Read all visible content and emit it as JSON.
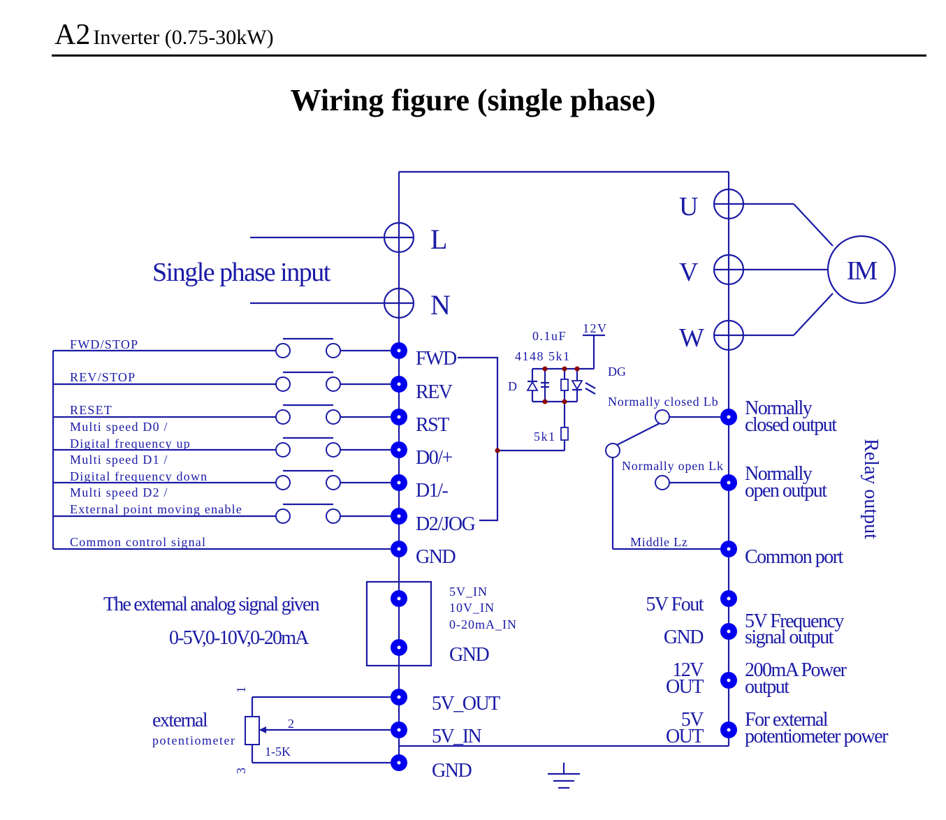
{
  "header": {
    "model": "A2",
    "subtitle": "Inverter (0.75-30kW)"
  },
  "title": "Wiring figure (single phase)",
  "power_input": {
    "label": "Single phase input",
    "L": "L",
    "N": "N"
  },
  "motor": {
    "U": "U",
    "V": "V",
    "W": "W",
    "label": "IM"
  },
  "control_inputs": [
    {
      "terminal": "FWD",
      "line1": "FWD/STOP",
      "line2": ""
    },
    {
      "terminal": "REV",
      "line1": "REV/STOP",
      "line2": ""
    },
    {
      "terminal": "RST",
      "line1": "RESET",
      "line2": ""
    },
    {
      "terminal": "D0/+",
      "line1": "Multi speed D0 /",
      "line2": " Digital frequency  up"
    },
    {
      "terminal": "D1/-",
      "line1": "Multi speed D1 /",
      "line2": " Digital frequency  down"
    },
    {
      "terminal": "D2/JOG",
      "line1": "Multi speed D2 /",
      "line2": "External point moving enable"
    },
    {
      "terminal": "GND",
      "line1": "Common control signal",
      "line2": ""
    }
  ],
  "optocoupler": {
    "cap": "0.1uF",
    "v12": "12V",
    "parts": "4148 5k1",
    "diode": "D",
    "dg": "DG",
    "res": "5k1"
  },
  "analog": {
    "line1": "The external analog signal given",
    "line2": "0-5V,0-10V,0-20mA",
    "in_labels": [
      "5V_IN",
      "10V_IN",
      "0-20mA_IN"
    ],
    "gnd": "GND"
  },
  "pot": {
    "label1": "external",
    "label2": "potentiometer",
    "pin1": "1",
    "pin2": "2",
    "pin3": "3",
    "range": "1-5K",
    "terminals": [
      "5V_OUT",
      "5V_IN",
      "GND"
    ]
  },
  "relay": {
    "nc_contact": "Normally closed Lb",
    "no_contact": "Normally open Lk",
    "middle": "Middle Lz",
    "nc_output": [
      "Normally",
      "closed output"
    ],
    "no_output": [
      "Normally",
      "open output"
    ],
    "common": "Common port",
    "side_label": "Relay output"
  },
  "right_outputs": [
    {
      "left": [
        "5V Fout"
      ],
      "right": [
        "5V Frequency",
        "signal output"
      ]
    },
    {
      "left": [
        "GND"
      ],
      "right": []
    },
    {
      "left": [
        "12V",
        "OUT"
      ],
      "right": [
        "200mA Power",
        "output"
      ]
    },
    {
      "left": [
        "5V",
        "OUT"
      ],
      "right": [
        "For external",
        "potentiometer power"
      ]
    }
  ],
  "colors": {
    "wire": "#1a1aa6",
    "terminal": "#0000ee",
    "node": "#8b0000",
    "text": "#000000"
  }
}
